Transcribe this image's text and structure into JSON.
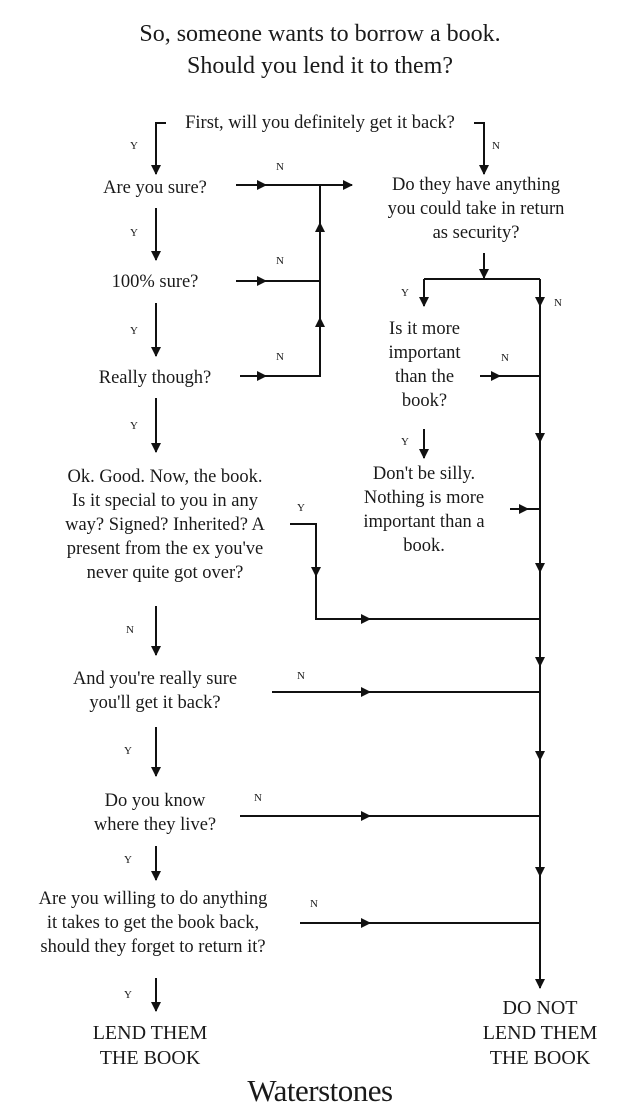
{
  "title": {
    "line1": "So, someone wants to borrow a book.",
    "line2": "Should you lend it to them?"
  },
  "nodes": {
    "q1": "First, will you definitely get it back?",
    "q2": "Are you sure?",
    "q3": "100% sure?",
    "q4": "Really though?",
    "q5": "Ok. Good. Now, the book.\nIs it special to you in any\nway? Signed? Inherited? A\npresent from the ex you've\nnever quite got over?",
    "q6": "And you're really sure\nyou'll get it back?",
    "q7": "Do you know\nwhere they live?",
    "q8": "Are you willing to do anything\nit takes to get the book back,\nshould they forget to return it?",
    "r1": "Do they have anything\nyou could take in return\nas security?",
    "r2": "Is it more\nimportant\nthan the\nbook?",
    "r3": "Don't be silly.\nNothing is more\nimportant than a\nbook."
  },
  "outcomes": {
    "lend": "LEND THEM\nTHE BOOK",
    "do_not_lend": "DO NOT\nLEND THEM\nTHE BOOK"
  },
  "edge_labels": {
    "yes": "Y",
    "no": "N"
  },
  "brand": "Waterstones"
}
